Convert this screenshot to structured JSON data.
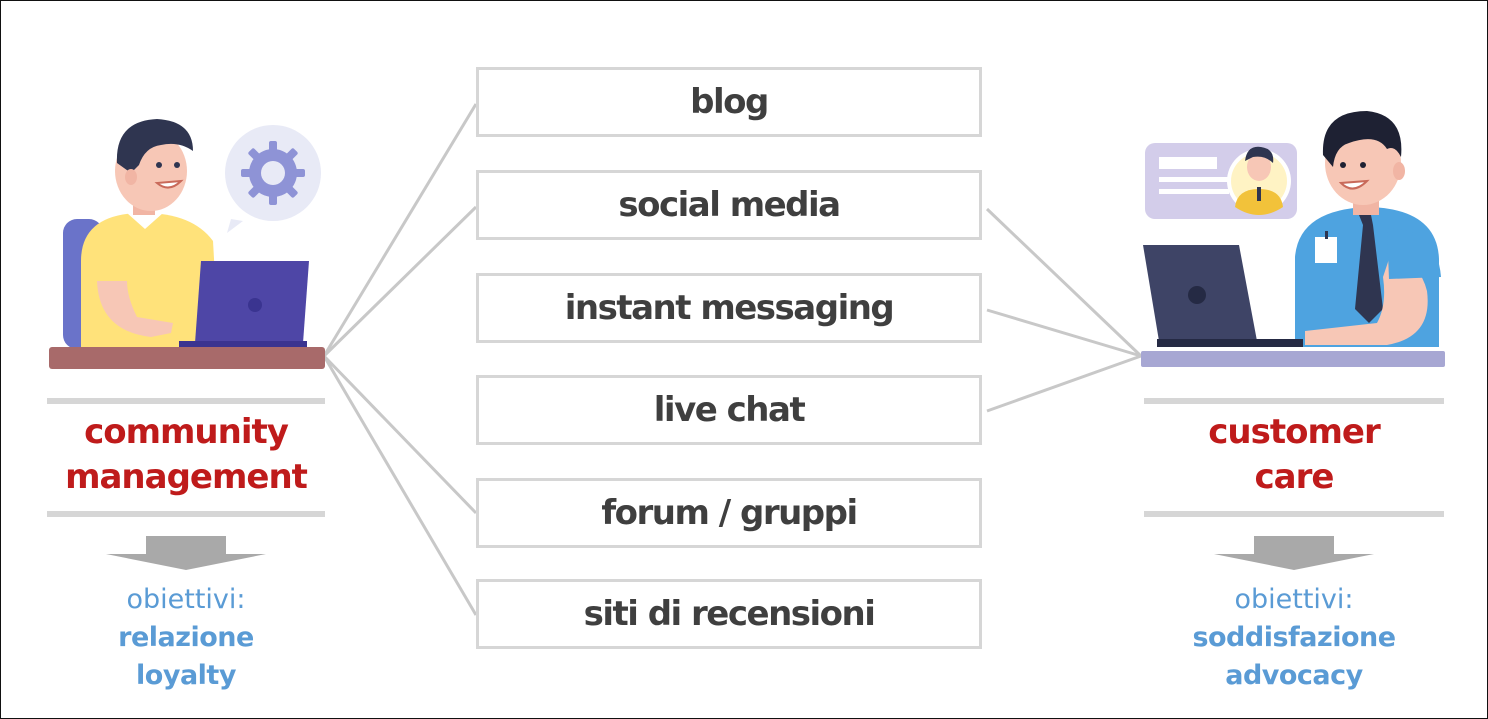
{
  "channels": [
    "blog",
    "social media",
    "instant messaging",
    "live chat",
    "forum / gruppi",
    "siti di recensioni"
  ],
  "left": {
    "title_lines": [
      "community",
      "management"
    ],
    "objectives_heading": "obiettivi:",
    "goals": [
      "relazione",
      "loyalty"
    ]
  },
  "right": {
    "title_lines": [
      "customer",
      "care"
    ],
    "objectives_heading": "obiettivi:",
    "goals": [
      "soddisfazione",
      "advocacy"
    ]
  },
  "colors": {
    "title": "#bf1b1b",
    "objectives": "#5a9bd5",
    "box_border": "#d6d6d6",
    "connector": "#c8c8c8",
    "channel_text": "#3f3f3f"
  },
  "icons": [
    "gear-icon",
    "arrow-down-icon",
    "profile-card-icon"
  ]
}
